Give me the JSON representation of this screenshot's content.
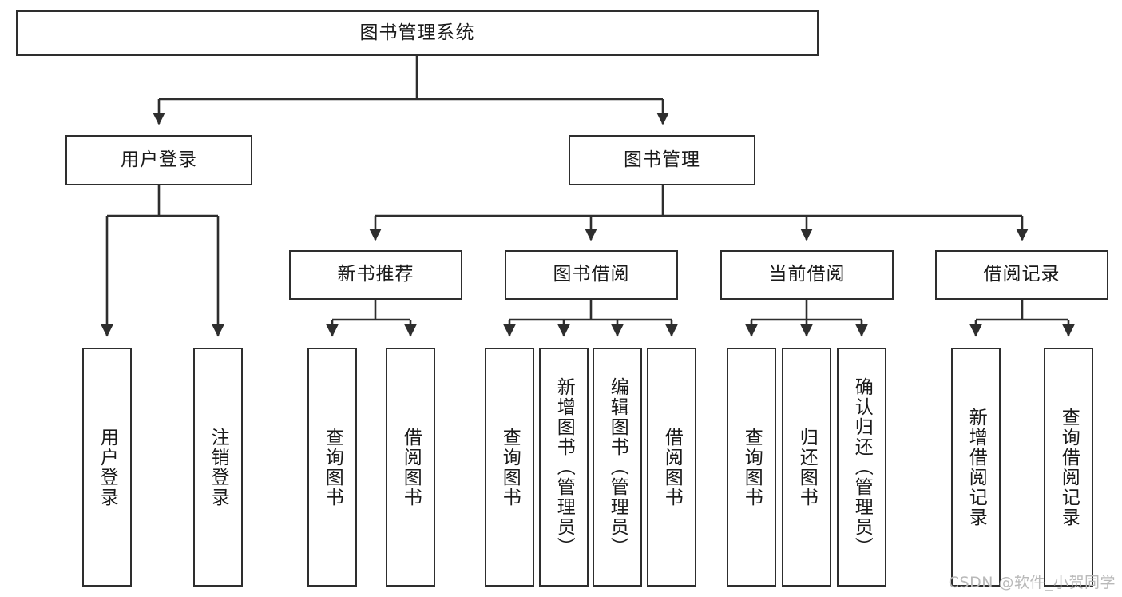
{
  "diagram": {
    "title": "图书管理系统",
    "type": "tree-hierarchy-diagram",
    "colors": {
      "box_border": "#2e2e2e",
      "box_fill": "#ffffff",
      "connector": "#2e2e2e",
      "text": "#1a1a1a",
      "watermark": "#b9b9b9",
      "background": "#ffffff"
    },
    "root": {
      "label": "图书管理系统"
    },
    "level2": [
      {
        "label": "用户登录"
      },
      {
        "label": "图书管理"
      }
    ],
    "level3": [
      {
        "label": "新书推荐"
      },
      {
        "label": "图书借阅"
      },
      {
        "label": "当前借阅"
      },
      {
        "label": "借阅记录"
      }
    ],
    "leaves": {
      "user_login": [
        {
          "label": "用户登录"
        },
        {
          "label": "注销登录"
        }
      ],
      "new_book_recommend": [
        {
          "label": "查询图书"
        },
        {
          "label": "借阅图书"
        }
      ],
      "book_borrow": [
        {
          "label": "查询图书"
        },
        {
          "label": "新增图书（管理员）"
        },
        {
          "label": "编辑图书（管理员）"
        },
        {
          "label": "借阅图书"
        }
      ],
      "current_borrow": [
        {
          "label": "查询图书"
        },
        {
          "label": "归还图书"
        },
        {
          "label": "确认归还（管理员）"
        }
      ],
      "borrow_records": [
        {
          "label": "新增借阅记录"
        },
        {
          "label": "查询借阅记录"
        }
      ]
    }
  },
  "watermark": {
    "text": "CSDN @软件_小贺同学"
  }
}
